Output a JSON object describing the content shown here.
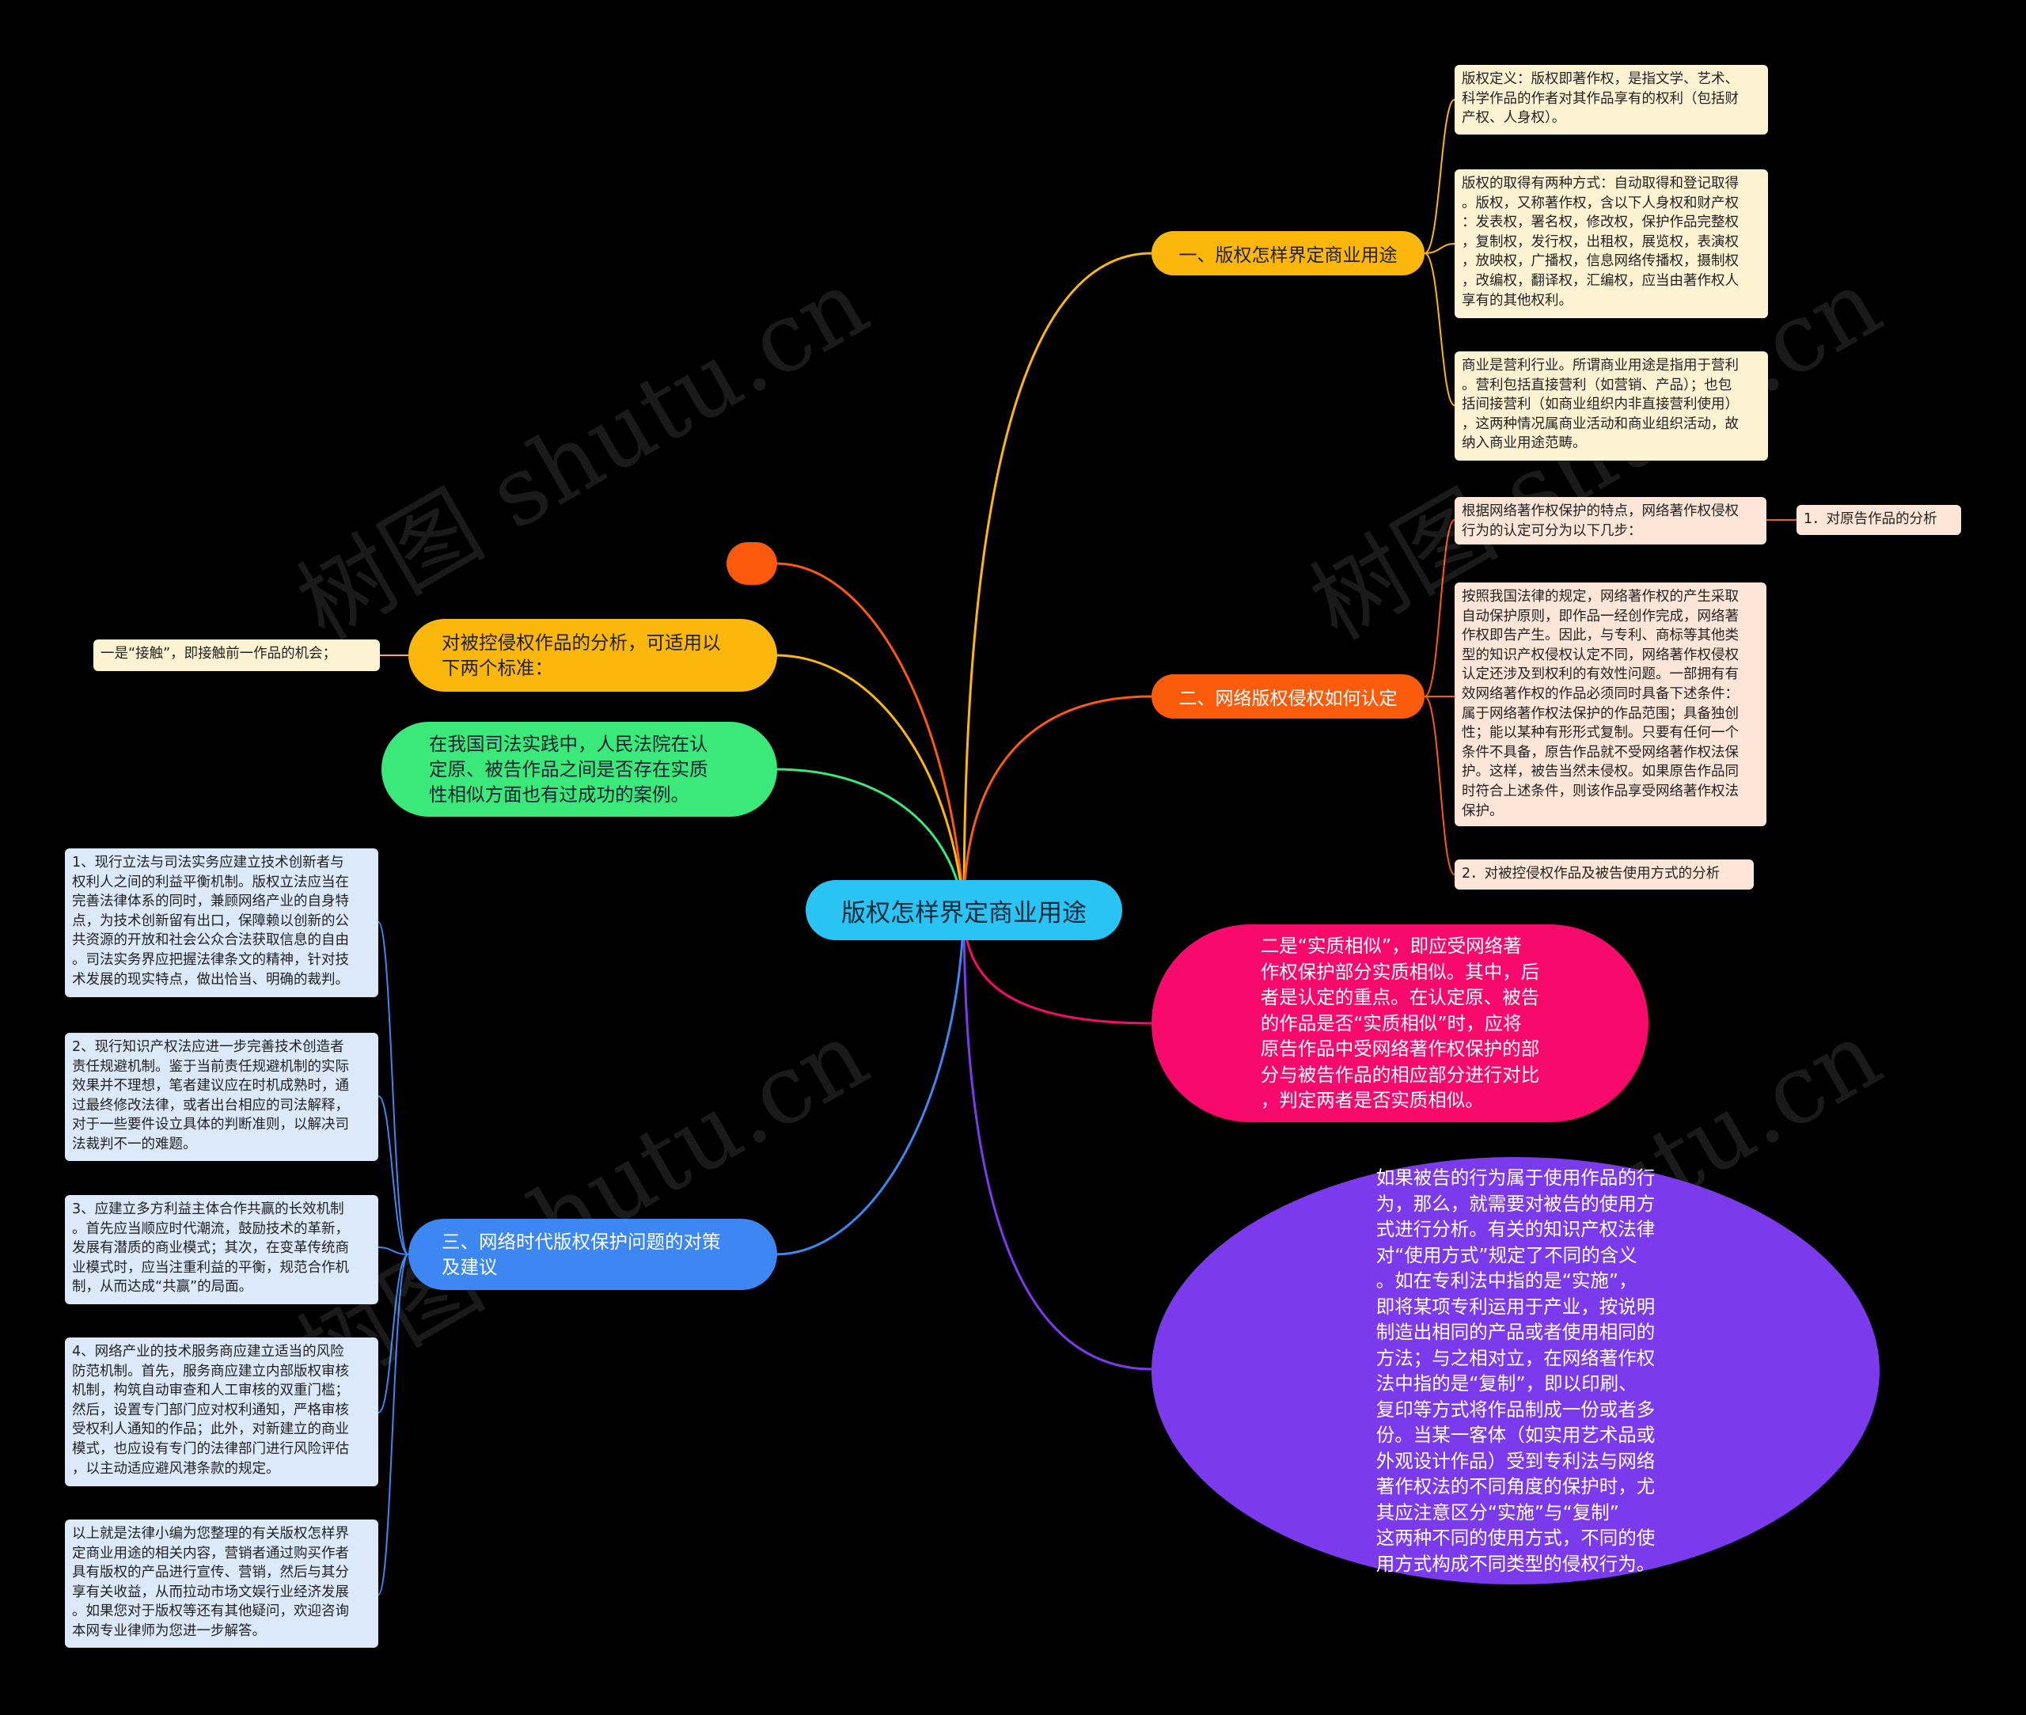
{
  "watermark": "树图 shutu.cn",
  "colors": {
    "background": "#000000",
    "center": "#29c4f4",
    "branch_1": "#fcb70d",
    "branch_2": "#fb5c0c",
    "branch_3": "#3d87f2",
    "left_orange": "#fb5a0c",
    "left_yellow": "#fcb70d",
    "left_green": "#3be87a",
    "pink": "#f8096c",
    "purple": "#7c3aed",
    "leaf_cream": "#fdf3d2",
    "leaf_peach": "#fde6d8",
    "leaf_blue": "#dce9fb"
  },
  "center": {
    "label": "版权怎样界定商业用途"
  },
  "branch_1": {
    "label": "一、版权怎样界定商业用途",
    "leaves": [
      "版权定义：版权即著作权，是指文学、艺术、\n科学作品的作者对其作品享有的权利（包括财\n产权、人身权）。",
      "版权的取得有两种方式：自动取得和登记取得\n。版权，又称著作权，含以下人身权和财产权\n：发表权，署名权，修改权，保护作品完整权\n，复制权，发行权，出租权，展览权，表演权\n，放映权，广播权，信息网络传播权，摄制权\n，改编权，翻译权，汇编权，应当由著作权人\n享有的其他权利。",
      "商业是营利行业。所谓商业用途是指用于营利\n。营利包括直接营利（如营销、产品）；也包\n括间接营利（如商业组织内非直接营利使用）\n，这两种情况属商业活动和商业组织活动，故\n纳入商业用途范畴。"
    ]
  },
  "branch_2": {
    "label": "二、网络版权侵权如何认定",
    "leaf_intro": "根据网络著作权保护的特点，网络著作权侵权\n行为的认定可分为以下几步：",
    "leaf_intro_child": "1．对原告作品的分析",
    "leaf_main": "按照我国法律的规定，网络著作权的产生采取\n自动保护原则，即作品一经创作完成，网络著\n作权即告产生。因此，与专利、商标等其他类\n型的知识产权侵权认定不同，网络著作权侵权\n认定还涉及到权利的有效性问题。一部拥有有\n效网络著作权的作品必须同时具备下述条件：\n属于网络著作权法保护的作品范围；具备独创\n性；能以某种有形形式复制。只要有任何一个\n条件不具备，原告作品就不受网络著作权法保\n护。这样，被告当然未侵权。如果原告作品同\n时符合上述条件，则该作品享受网络著作权法\n保护。",
    "leaf_2": "2．对被控侵权作品及被告使用方式的分析"
  },
  "pink_node": {
    "label": "二是“实质相似”，即应受网络著\n作权保护部分实质相似。其中，后\n者是认定的重点。在认定原、被告\n的作品是否“实质相似”时，应将\n原告作品中受网络著作权保护的部\n分与被告作品的相应部分进行对比\n，判定两者是否实质相似。"
  },
  "purple_node": {
    "label": "如果被告的行为属于使用作品的行\n为，那么，就需要对被告的使用方\n式进行分析。有关的知识产权法律\n对“使用方式”规定了不同的含义\n。如在专利法中指的是“实施”，\n即将某项专利运用于产业，按说明\n制造出相同的产品或者使用相同的\n方法；与之相对立，在网络著作权\n法中指的是“复制”，即以印刷、\n复印等方式将作品制成一份或者多\n份。当某一客体（如实用艺术品或\n外观设计作品）受到专利法与网络\n著作权法的不同角度的保护时，尤\n其应注意区分“实施”与“复制”\n这两种不同的使用方式，不同的使\n用方式构成不同类型的侵权行为。"
  },
  "left_yellow": {
    "label": "对被控侵权作品的分析，可适用以\n下两个标准：",
    "leaf": "一是“接触”，即接触前一作品的机会；"
  },
  "left_green": {
    "label": "在我国司法实践中，人民法院在认\n定原、被告作品之间是否存在实质\n性相似方面也有过成功的案例。"
  },
  "branch_3": {
    "label": "三、网络时代版权保护问题的对策\n及建议",
    "leaves": [
      "1、现行立法与司法实务应建立技术创新者与\n权利人之间的利益平衡机制。版权立法应当在\n完善法律体系的同时，兼顾网络产业的自身特\n点，为技术创新留有出口，保障赖以创新的公\n共资源的开放和社会公众合法获取信息的自由\n。司法实务界应把握法律条文的精神，针对技\n术发展的现实特点，做出恰当、明确的裁判。",
      "2、现行知识产权法应进一步完善技术创造者\n责任规避机制。鉴于当前责任规避机制的实际\n效果并不理想，笔者建议应在时机成熟时，通\n过最终修改法律，或者出台相应的司法解释，\n对于一些要件设立具体的判断准则，以解决司\n法裁判不一的难题。",
      "3、应建立多方利益主体合作共赢的长效机制\n。首先应当顺应时代潮流，鼓励技术的革新，\n发展有潜质的商业模式；其次，在变革传统商\n业模式时，应当注重利益的平衡，规范合作机\n制，从而达成“共赢”的局面。",
      "4、网络产业的技术服务商应建立适当的风险\n防范机制。首先，服务商应建立内部版权审核\n机制，构筑自动审查和人工审核的双重门槛；\n然后，设置专门部门应对权利通知，严格审核\n受权利人通知的作品；此外，对新建立的商业\n模式，也应设有专门的法律部门进行风险评估\n，以主动适应避风港条款的规定。",
      "以上就是法律小编为您整理的有关版权怎样界\n定商业用途的相关内容，营销者通过购买作者\n具有版权的产品进行宣传、营销，然后与其分\n享有关收益，从而拉动市场文娱行业经济发展\n。如果您对于版权等还有其他疑问，欢迎咨询\n本网专业律师为您进一步解答。"
    ]
  }
}
